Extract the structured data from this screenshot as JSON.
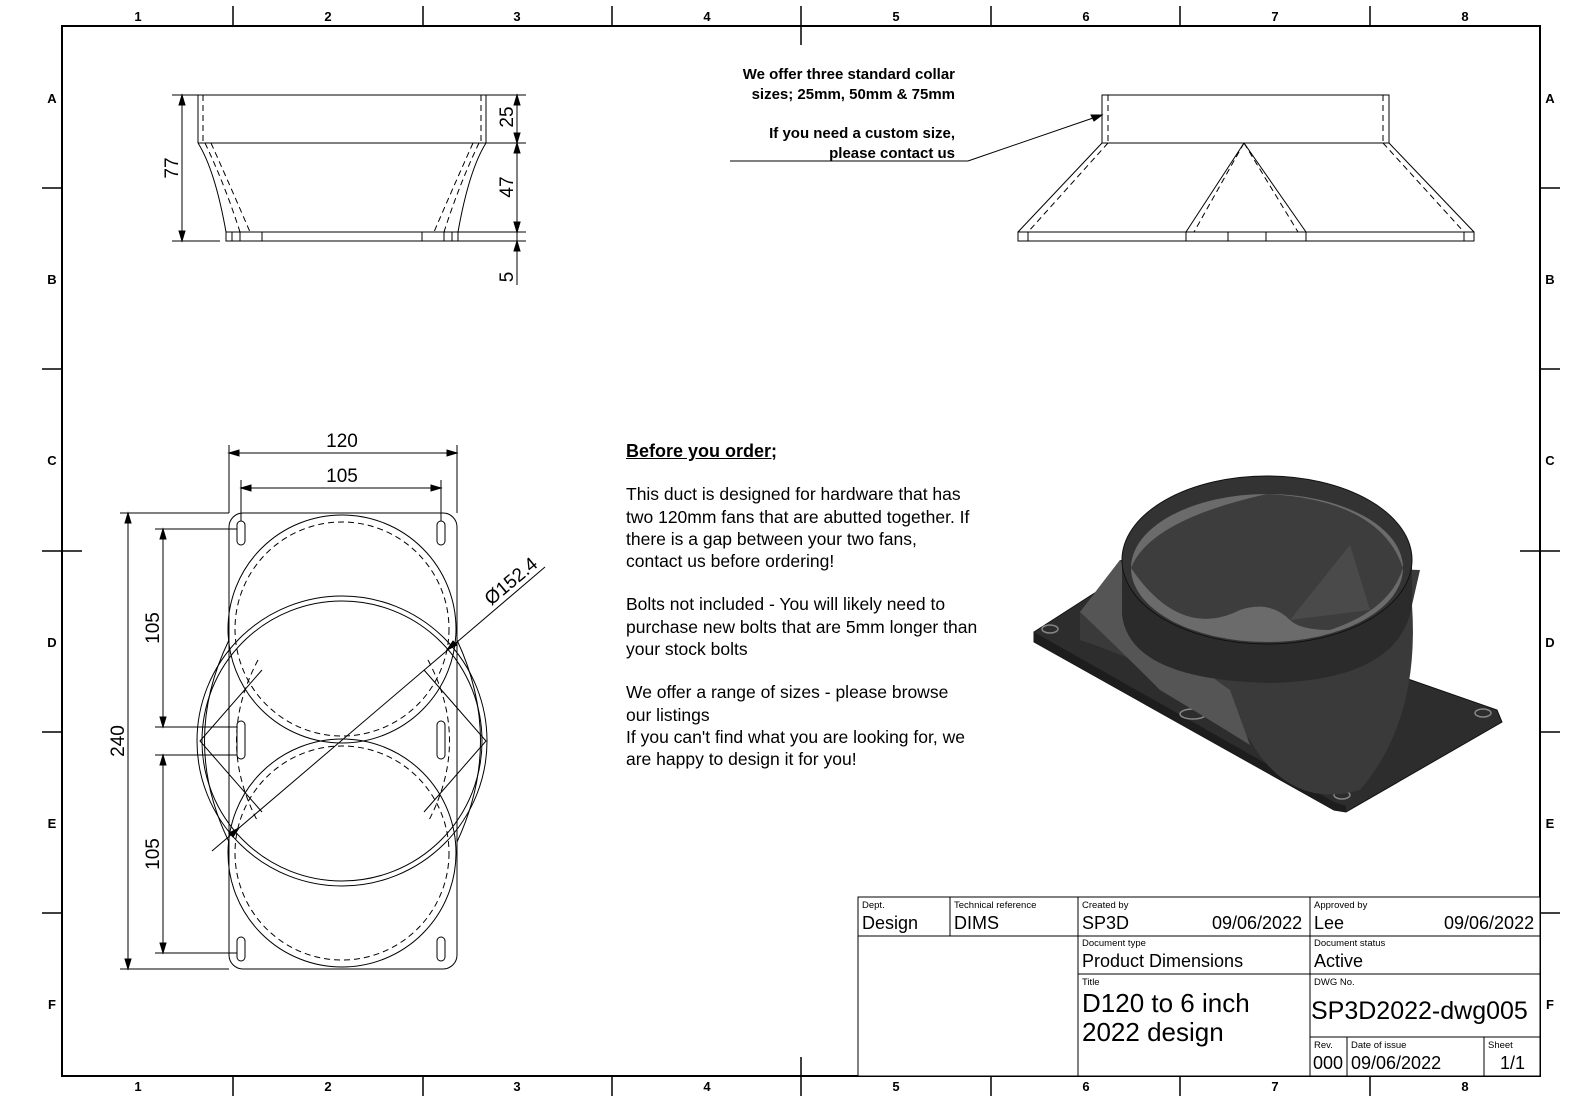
{
  "zones": {
    "columns": [
      "1",
      "2",
      "3",
      "4",
      "5",
      "6",
      "7",
      "8"
    ],
    "rows": [
      "A",
      "B",
      "C",
      "D",
      "E",
      "F"
    ]
  },
  "side_view_dims": {
    "total_height": "77",
    "collar": "25",
    "taper": "47",
    "flange": "5"
  },
  "collar_note": {
    "line1": "We offer three standard collar",
    "line2": "sizes; 25mm, 50mm & 75mm",
    "line3": "If you need a custom size,",
    "line4": "please contact us"
  },
  "top_view_dims": {
    "width_outer": "120",
    "width_holes": "105",
    "height_total": "240",
    "hole_spacing_upper": "105",
    "hole_spacing_lower": "105",
    "diameter": "Ø152.4"
  },
  "order_info": {
    "heading": "Before you order;",
    "para1": "This duct is designed for hardware that has\ntwo 120mm fans that are abutted together. If\nthere is a gap between your two fans,\ncontact us before ordering!",
    "para2": "Bolts not included - You will likely need to\npurchase new bolts that are 5mm longer than\nyour stock bolts",
    "para3": "We offer a range of sizes - please browse\nour listings",
    "para4": "If you can't find what you are looking for, we\nare happy to design it for you!"
  },
  "title_block": {
    "dept_label": "Dept.",
    "dept": "Design",
    "tech_ref_label": "Technical reference",
    "tech_ref": "DIMS",
    "created_by_label": "Created by",
    "created_by": "SP3D",
    "created_date": "09/06/2022",
    "approved_by_label": "Approved by",
    "approved_by": "Lee",
    "approved_date": "09/06/2022",
    "doc_type_label": "Document type",
    "doc_type": "Product Dimensions",
    "doc_status_label": "Document status",
    "doc_status": "Active",
    "title_label": "Title",
    "title_line1": "D120 to 6 inch",
    "title_line2": "2022 design",
    "dwg_label": "DWG No.",
    "dwg_no": "SP3D2022-dwg005",
    "rev_label": "Rev.",
    "rev": "000",
    "issue_label": "Date of issue",
    "issue_date": "09/06/2022",
    "sheet_label": "Sheet",
    "sheet": "1/1"
  },
  "colors": {
    "line": "#000000",
    "render_dark": "#2b2b2b",
    "render_mid": "#4a4a4a",
    "render_light": "#6b6b6b"
  }
}
